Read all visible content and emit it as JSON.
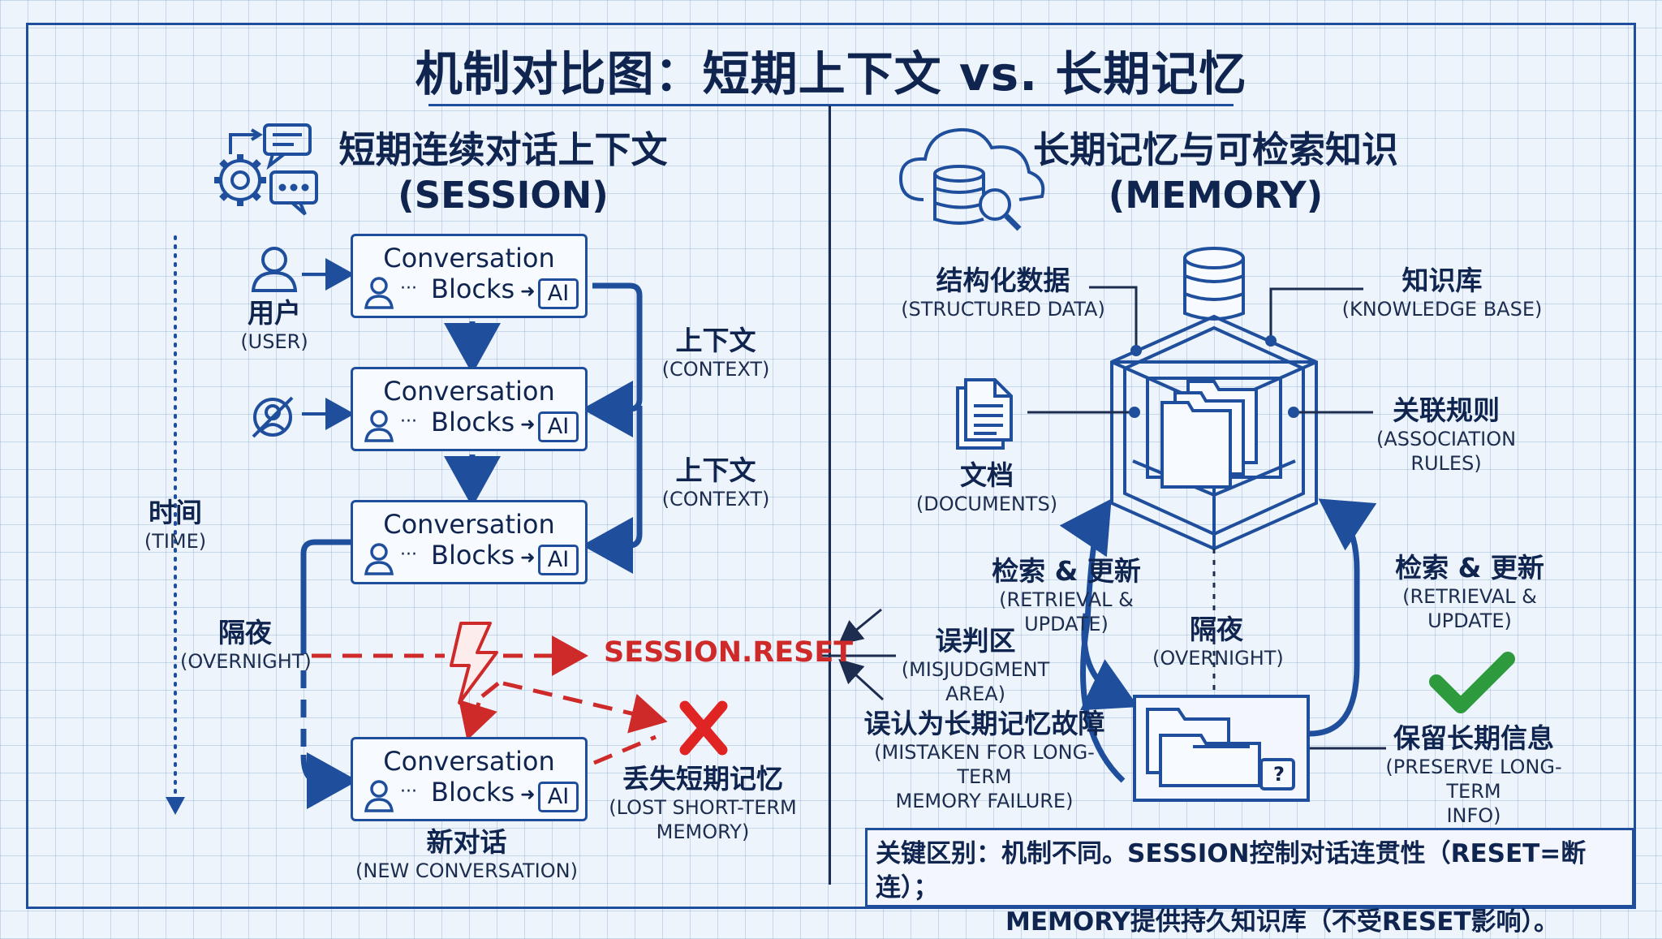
{
  "title": "机制对比图：短期上下文 vs. 长期记忆",
  "left": {
    "heading_cn": "短期连续对话上下文",
    "heading_en": "(SESSION)",
    "time_cn": "时间",
    "time_en": "(TIME)",
    "user_cn": "用户",
    "user_en": "(USER)",
    "block_top": "Conversation",
    "block_bottom": "Blocks",
    "block_ai": "AI",
    "context_cn": "上下文",
    "context_en": "(CONTEXT)",
    "overnight_cn": "隔夜",
    "overnight_en": "(OVERNIGHT)",
    "reset": "SESSION.RESET",
    "lost_cn": "丢失短期记忆",
    "lost_en_1": "(LOST SHORT-TERM",
    "lost_en_2": "MEMORY)",
    "new_cn": "新对话",
    "new_en": "(NEW CONVERSATION)"
  },
  "right": {
    "heading_cn": "长期记忆与可检索知识",
    "heading_en": "(MEMORY)",
    "structured_cn": "结构化数据",
    "structured_en": "(STRUCTURED DATA)",
    "kb_cn": "知识库",
    "kb_en": "(KNOWLEDGE BASE)",
    "docs_cn": "文档",
    "docs_en": "(DOCUMENTS)",
    "assoc_cn": "关联规则",
    "assoc_en_1": "(ASSOCIATION",
    "assoc_en_2": "RULES)",
    "retrieval_cn": "检索 & 更新",
    "retrieval_en": "(RETRIEVAL & UPDATE)",
    "overnight_cn": "隔夜",
    "overnight_en": "(OVERNIGHT)",
    "misjudge_cn": "误判区",
    "misjudge_en": "(MISJUDGMENT AREA)",
    "mistaken_cn": "误认为长期记忆故障",
    "mistaken_en_1": "(MISTAKEN FOR LONG-TERM",
    "mistaken_en_2": "MEMORY FAILURE)",
    "preserve_cn": "保留长期信息",
    "preserve_en_1": "(PRESERVE LONG-TERM",
    "preserve_en_2": "INFO)",
    "question_mark": "?"
  },
  "key": {
    "line1": "关键区别：机制不同。SESSION控制对话连贯性（RESET=断连）；",
    "line2": "MEMORY提供持久知识库（不受RESET影响）。"
  },
  "colors": {
    "blue": "#1f4f9c",
    "navy": "#0f2550",
    "red": "#cf2a2a",
    "green": "#2e9a3e",
    "grid": "#eef4fb"
  },
  "icons": [
    "gear-chat-icon",
    "user-icon",
    "no-user-icon",
    "cloud-database-search-icon",
    "database-icon",
    "document-icon",
    "folder-icon",
    "lightning-icon",
    "x-mark-icon",
    "check-mark-icon"
  ]
}
